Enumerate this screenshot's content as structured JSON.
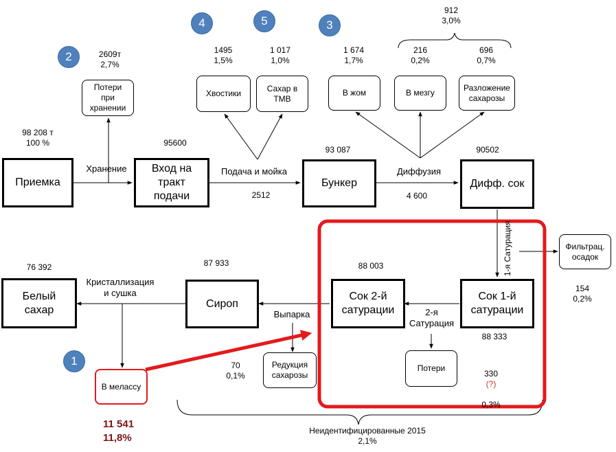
{
  "badges": {
    "b1": "1",
    "b2": "2",
    "b3": "3",
    "b4": "4",
    "b5": "5"
  },
  "boxes": {
    "priemka": "Приемка",
    "vhod": "Вход на\nтракт\nподачи",
    "bunker": "Бункер",
    "diff_sok": "Дифф. сок",
    "beliy_sahar": "Белый\nсахар",
    "sirop": "Сироп",
    "sok2": "Сок 2-й\nсатурации",
    "sok1": "Сок 1-й\nсатурации"
  },
  "loss_boxes": {
    "poteri_hranenie": "Потери\nпри\nхранении",
    "hvostiki": "Хвостики",
    "sahar_tmv": "Сахар в\nТМВ",
    "v_zhom": "В жом",
    "v_mezgu": "В мезгу",
    "razlozhenie": "Разложение\nсахарозы",
    "filtr_osadok": "Фильтрац.\nосадок",
    "reduktsiya": "Редукция\nсахарозы",
    "poteri": "Потери",
    "v_melassu": "В мелассу"
  },
  "values": {
    "priemka": "98 208  т\n100 %",
    "hranenie_loss": "2609т\n2,7%",
    "vhod": "95600",
    "hvostiki": "1495\n1,5%",
    "sahar_tmv": "1 017\n1,0%",
    "podacha_moyka": "2512",
    "bunker": "93 087",
    "v_zhom": "1 674\n1,7%",
    "diff_total": "912\n3,0%",
    "v_mezgu": "216\n0,2%",
    "razlozhenie": "696\n0,7%",
    "diff_sok": "90502",
    "diffuziya": "4 600",
    "filtr_osadok": "154\n0,2%",
    "sok2": "88 003",
    "sok1": "88 333",
    "sirop": "87 933",
    "beliy_sahar": "76 392",
    "reduktsiya": "70\n0,1%",
    "poteri_val": "330",
    "poteri_q": "(?)",
    "poteri_pct": "0,3%",
    "melassa_val": "11 541",
    "melassa_pct": "11,8%",
    "neident": "Неидентифицированные 2015\n2,1%"
  },
  "edges": {
    "hranenie": "Хранение",
    "podacha": "Подача и мойка",
    "diffuziya": "Диффузия",
    "saturatsiya1": "1-я Сатурация",
    "saturatsiya2": "2-я\nСатурация",
    "viparka": "Выпарка",
    "kristallizatsiya": "Кристаллизация\nи сушка"
  },
  "colors": {
    "highlight": "#e31a1c",
    "badge": "#4f81bd",
    "loss_text": "#7f1416",
    "question": "#c0392b"
  }
}
